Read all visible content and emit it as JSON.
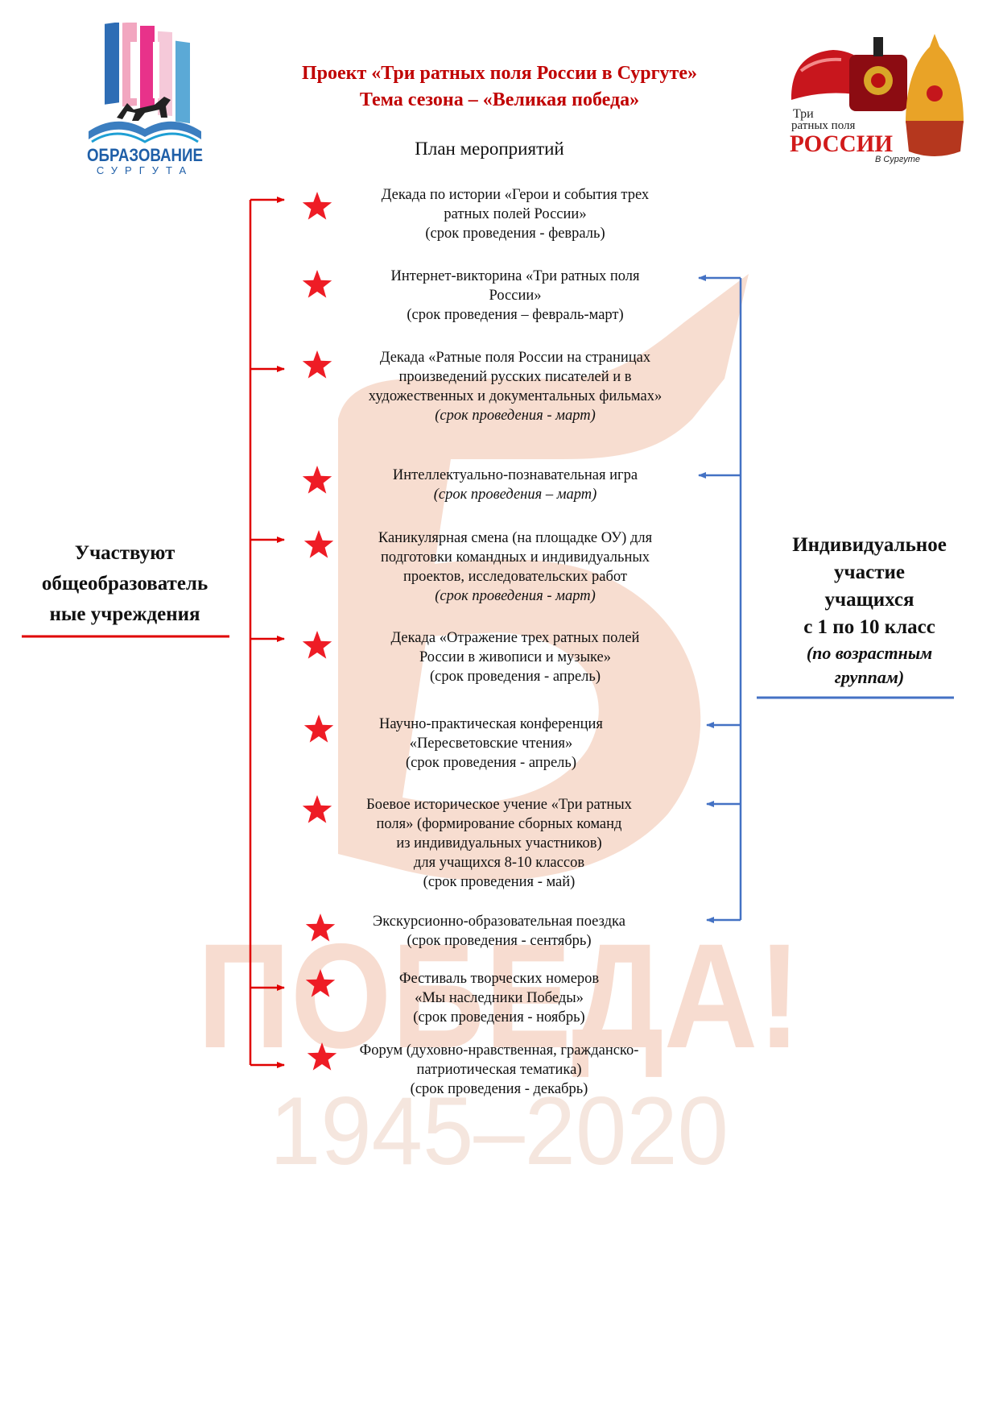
{
  "header": {
    "title_line1": "Проект «Три ратных поля России в Сургуте»",
    "title_line2": "Тема сезона – «Великая победа»",
    "plan_title": "План мероприятий"
  },
  "logo_left": {
    "line1": "ОБРАЗОВАНИЕ",
    "line2": "СУРГУТА"
  },
  "logo_right": {
    "line1": "Три",
    "line2": "ратных поля",
    "line3": "РОССИИ",
    "line4": "В Сургуте"
  },
  "watermark": {
    "word": "ПОБЕДА!",
    "years": "1945–2020"
  },
  "left_label": {
    "lines": [
      "Участвуют",
      "общеобразователь",
      "ные учреждения"
    ]
  },
  "right_label": {
    "lines": [
      "Индивидуальное",
      "участие",
      "учащихся",
      "с 1 по 10 класс"
    ],
    "italic_lines": [
      "(по возрастным",
      "группам)"
    ]
  },
  "colors": {
    "title_red": "#c00000",
    "star_red": "#ee1c25",
    "left_connector": "#e00000",
    "right_connector": "#4472c4",
    "watermark": "#f6d7c8"
  },
  "events": [
    {
      "lines": [
        "Декада по истории «Герои и события трех",
        "ратных полей России»",
        "(срок проведения - февраль)"
      ],
      "italic": []
    },
    {
      "lines": [
        "Интернет-викторина «Три ратных поля",
        "России»",
        "(срок проведения – февраль-март)"
      ],
      "italic": []
    },
    {
      "lines": [
        "Декада «Ратные поля России на страницах",
        "произведений русских писателей и в",
        "художественных и документальных фильмах»",
        "(срок проведения - март)"
      ],
      "italic": [
        3
      ]
    },
    {
      "lines": [
        "Интеллектуально-познавательная игра",
        "(срок проведения – март)"
      ],
      "italic": [
        1
      ]
    },
    {
      "lines": [
        "Каникулярная смена (на площадке ОУ) для",
        "подготовки командных и индивидуальных",
        "проектов, исследовательских работ",
        "(срок проведения - март)"
      ],
      "italic": [
        3
      ]
    },
    {
      "lines": [
        "Декада «Отражение трех ратных полей",
        "России в живописи и музыке»",
        "(срок проведения - апрель)"
      ],
      "italic": []
    },
    {
      "lines": [
        "Научно-практическая конференция",
        "«Пересветовские чтения»",
        "(срок проведения - апрель)"
      ],
      "italic": []
    },
    {
      "lines": [
        "Боевое историческое учение «Три ратных",
        "поля» (формирование сборных команд",
        "из индивидуальных участников)",
        "для учащихся 8-10 классов",
        "(срок проведения - май)"
      ],
      "italic": []
    },
    {
      "lines": [
        "Экскурсионно-образовательная поездка",
        "(срок проведения - сентябрь)"
      ],
      "italic": []
    },
    {
      "lines": [
        "Фестиваль творческих номеров",
        "«Мы наследники Победы»",
        "(срок проведения - ноябрь)"
      ],
      "italic": []
    },
    {
      "lines": [
        "Форум (духовно-нравственная, гражданско-",
        "патриотическая тематика)",
        "(срок проведения - декабрь)"
      ],
      "italic": []
    }
  ]
}
